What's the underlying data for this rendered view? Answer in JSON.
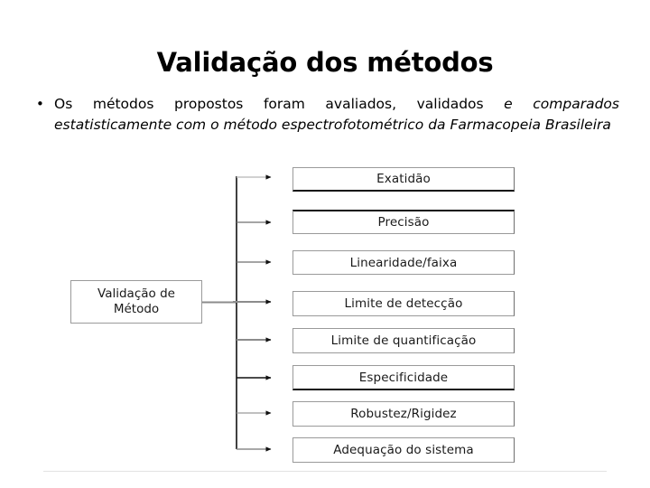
{
  "slide": {
    "title": "Validação dos métodos",
    "bullet": {
      "marker": "•",
      "lead_text": "Os métodos propostos foram avaliados, validados ",
      "italic_text": "e comparados estatisticamente com o método espectrofotométrico da Farmacopeia Brasileira"
    }
  },
  "diagram": {
    "root": {
      "line1": "Validação de",
      "line2": "Método"
    },
    "nodes": [
      {
        "label": "Exatidão"
      },
      {
        "label": "Precisão"
      },
      {
        "label": "Linearidade/faixa"
      },
      {
        "label": "Limite de detecção"
      },
      {
        "label": "Limite de quantificação"
      },
      {
        "label": "Especificidade"
      },
      {
        "label": "Robustez/Rigidez"
      },
      {
        "label": "Adequação do sistema"
      }
    ],
    "colors": {
      "box_border": "#9a9a9a",
      "connector": "#6f6f6f",
      "spine": "#111111",
      "text": "#1a1a1a"
    }
  }
}
